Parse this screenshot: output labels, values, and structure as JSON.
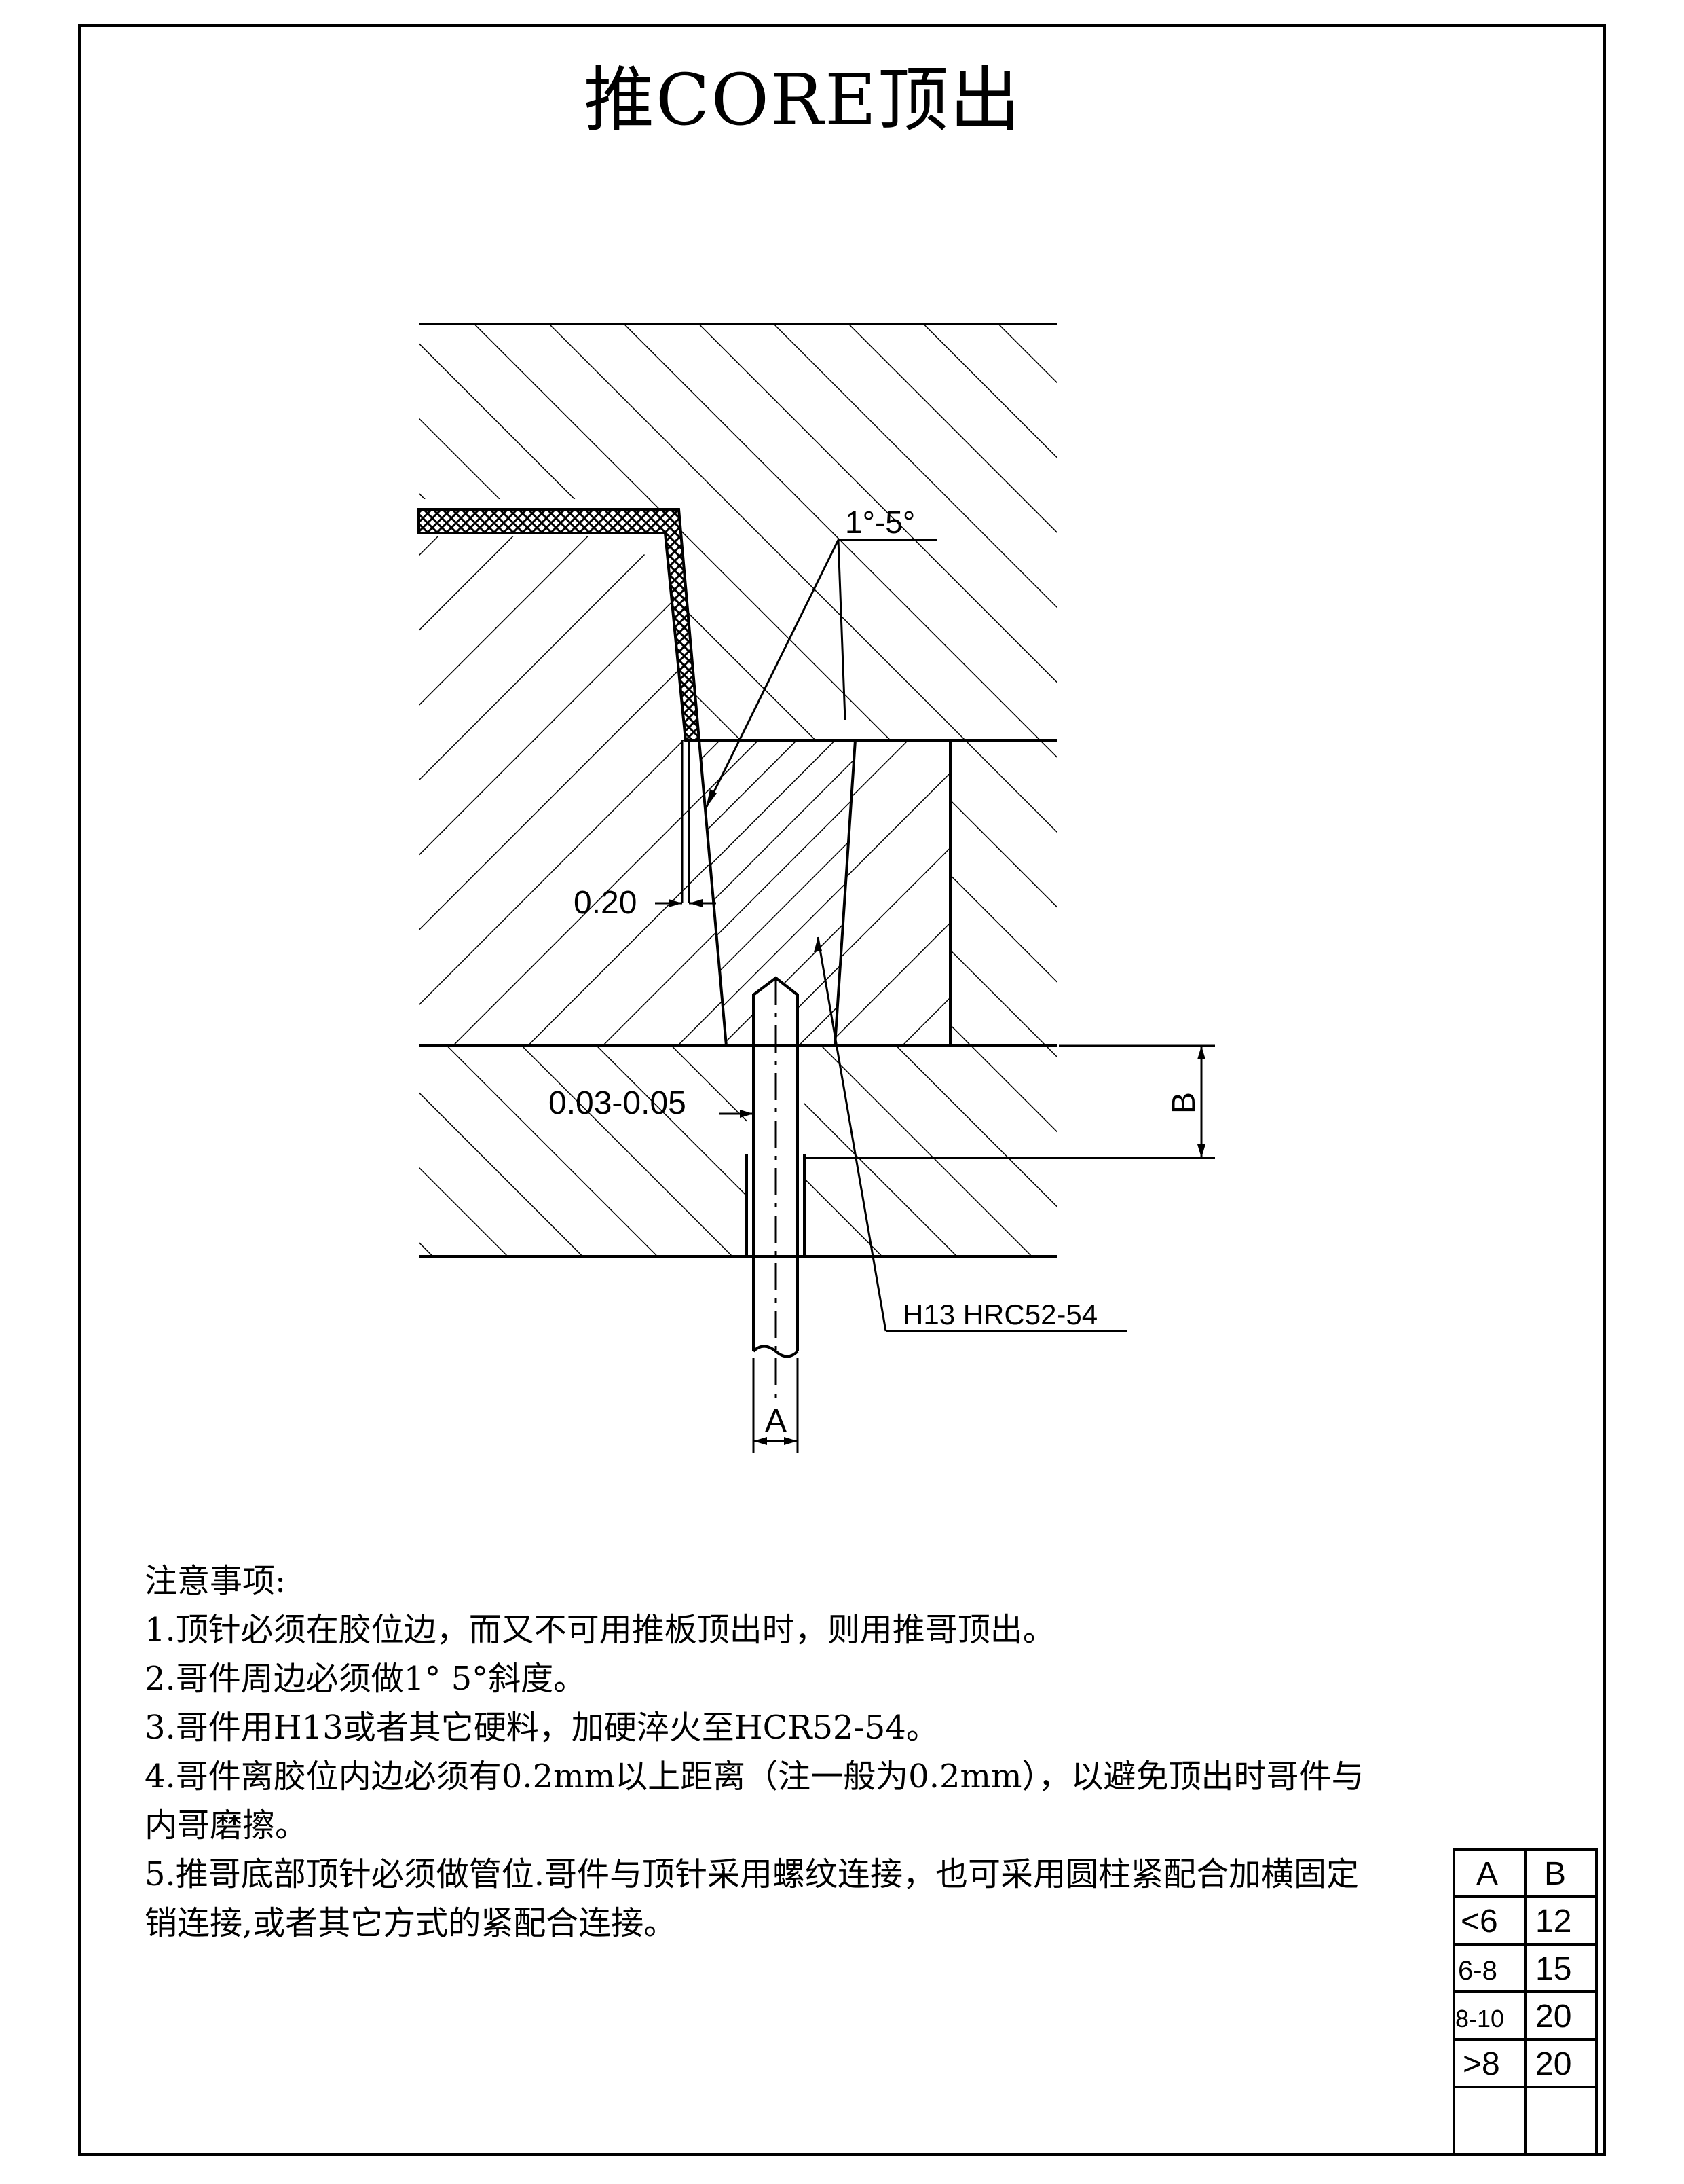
{
  "title": "推CORE顶出",
  "dimensions": {
    "angle": "1°-5°",
    "gap": "0.20",
    "clearance": "0.03-0.05",
    "material": "H13 HRC52-54",
    "dim_a": "A",
    "dim_b": "B"
  },
  "notes": {
    "heading": "注意事项:",
    "items": [
      "1.顶针必须在胶位边，而又不可用推板顶出时，则用推哥顶出。",
      "2.哥件周边必须做1°  5°斜度。",
      "3.哥件用H13或者其它硬料，加硬淬火至HCR52-54。",
      "4.哥件离胶位内边必须有0.2mm以上距离（注一般为0.2mm），以避免顶出时哥件与内哥磨擦。",
      "5.推哥底部顶针必须做管位.哥件与顶针采用螺纹连接，也可采用圆柱紧配合加横固定销连接,或者其它方式的紧配合连接。"
    ]
  },
  "table": {
    "headers": [
      "A",
      "B"
    ],
    "rows": [
      [
        "<6",
        "12"
      ],
      [
        "6-8",
        "15"
      ],
      [
        "8-10",
        "20"
      ],
      [
        ">8",
        "20"
      ],
      [
        "",
        ""
      ]
    ]
  }
}
